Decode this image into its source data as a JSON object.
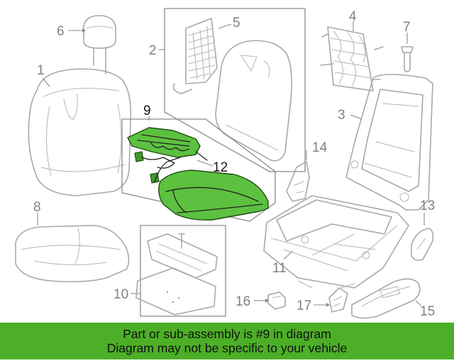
{
  "callouts": {
    "c1": "1",
    "c2": "2",
    "c3": "3",
    "c4": "4",
    "c5": "5",
    "c6": "6",
    "c7": "7",
    "c8": "8",
    "c9": "9",
    "c10": "10",
    "c11": "11",
    "c12": "12",
    "c13": "13",
    "c14": "14",
    "c15": "15",
    "c16": "16",
    "c17": "17"
  },
  "highlight": {
    "part_number": "9",
    "color": "#5cc13f"
  },
  "banner": {
    "line1": "Part or sub-assembly is #9 in diagram",
    "line2": "Diagram may not be specific to your vehicle",
    "color": "#4caf27"
  }
}
